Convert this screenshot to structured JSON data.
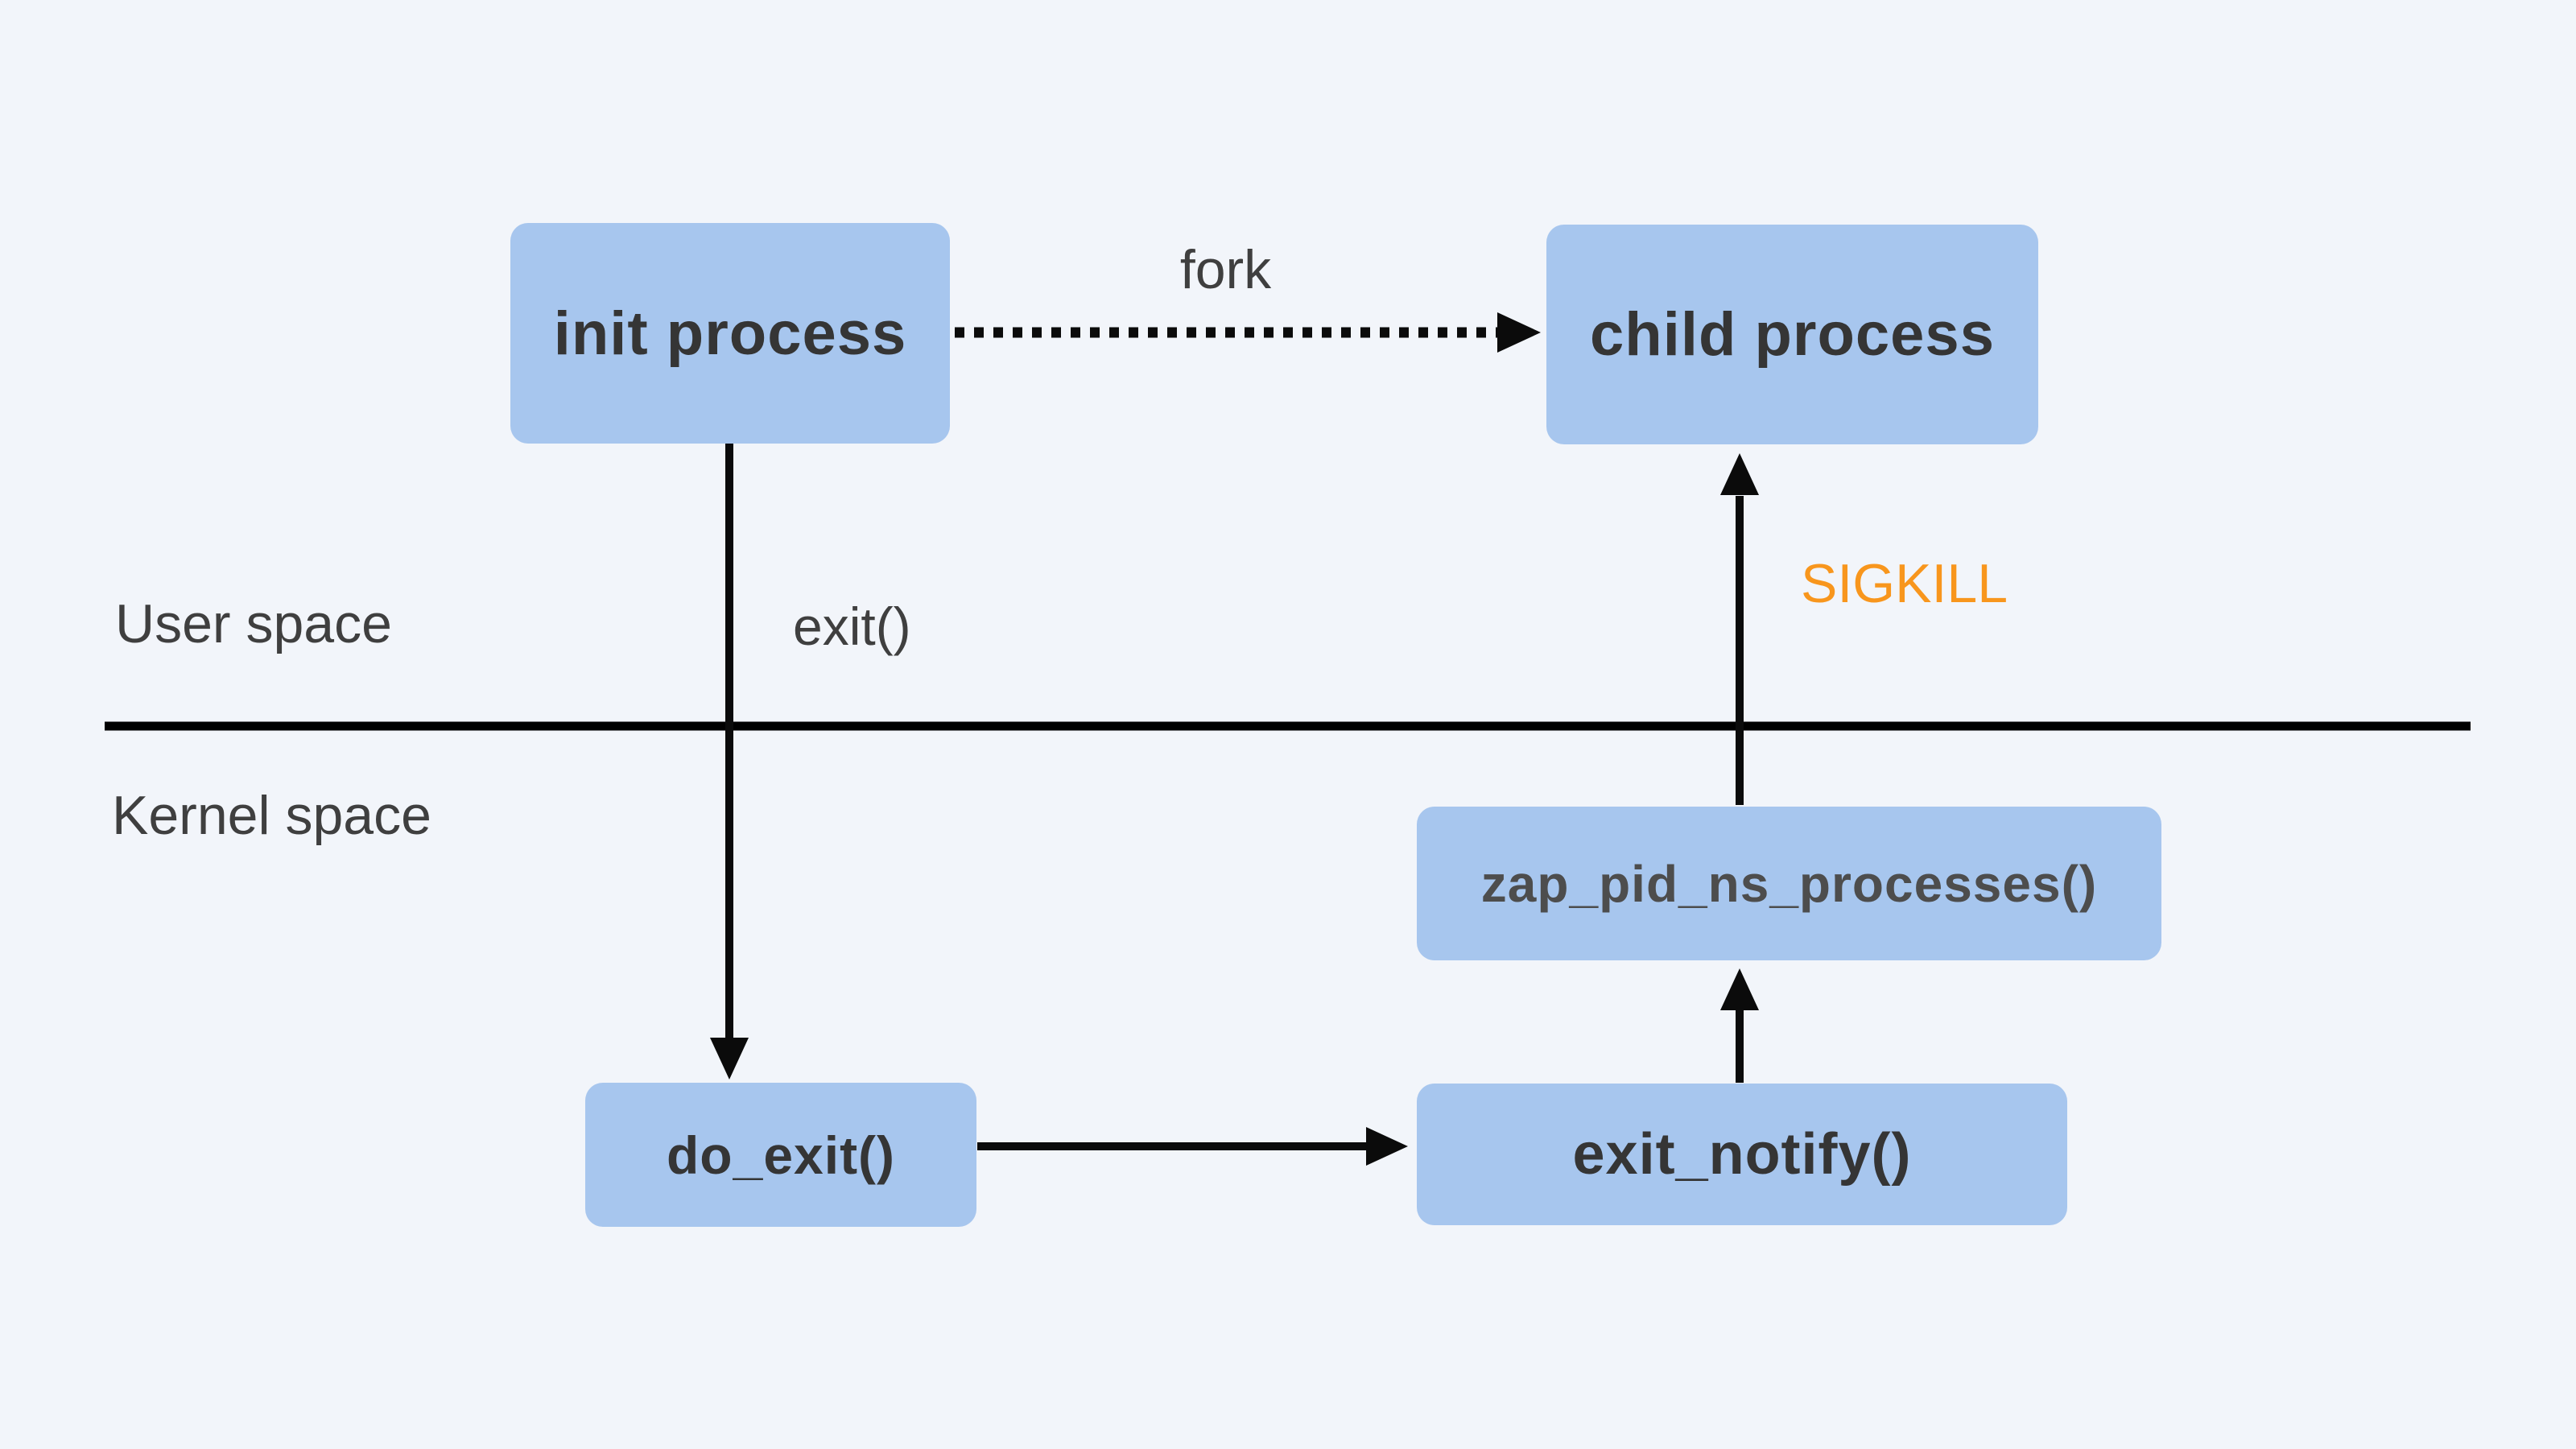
{
  "diagram": {
    "nodes": {
      "init": {
        "label": "init process"
      },
      "child": {
        "label": "child process"
      },
      "zap": {
        "label": "zap_pid_ns_processes()"
      },
      "do_exit": {
        "label": "do_exit()"
      },
      "exit_notify": {
        "label": "exit_notify()"
      }
    },
    "edges": {
      "fork": {
        "label": "fork",
        "style": "dotted",
        "from": "init process",
        "to": "child process"
      },
      "exit": {
        "label": "exit()",
        "style": "solid",
        "from": "init process",
        "to": "do_exit()"
      },
      "do_exit_to_notify": {
        "label": "",
        "style": "solid",
        "from": "do_exit()",
        "to": "exit_notify()"
      },
      "notify_to_zap": {
        "label": "",
        "style": "solid",
        "from": "exit_notify()",
        "to": "zap_pid_ns_processes()"
      },
      "sigkill": {
        "label": "SIGKILL",
        "style": "solid",
        "from": "zap_pid_ns_processes()",
        "to": "child process"
      }
    },
    "regions": {
      "user": {
        "label": "User space"
      },
      "kernel": {
        "label": "Kernel space"
      }
    },
    "colors": {
      "background": "#f2f5fa",
      "node_fill": "#a7c6ee",
      "node_text": "#353535",
      "zap_node_text": "#4d4d4d",
      "label_text": "#3f3f3f",
      "line": "#000000",
      "sigkill_text": "#f8961d"
    }
  }
}
